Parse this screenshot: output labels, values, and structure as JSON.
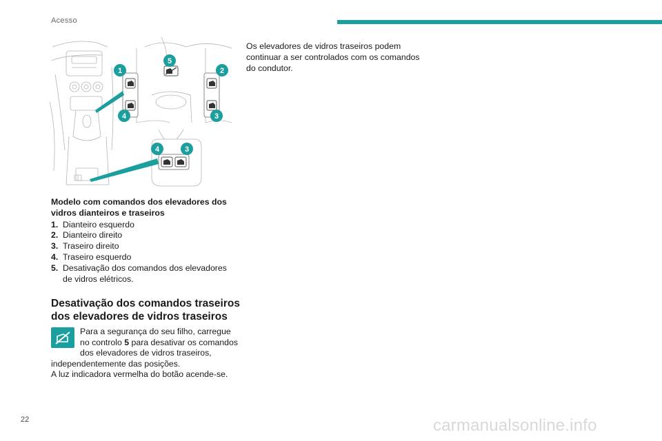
{
  "header": {
    "section_label": "Acesso",
    "accent_color": "#1a9e9e"
  },
  "figure": {
    "callouts": [
      "1",
      "2",
      "3",
      "4",
      "5"
    ],
    "callout_color": "#1a9e9e"
  },
  "caption": {
    "title": "Modelo com comandos dos elevadores dos vidros dianteiros e traseiros",
    "items": [
      {
        "num": "1.",
        "text": "Dianteiro esquerdo"
      },
      {
        "num": "2.",
        "text": "Dianteiro direito"
      },
      {
        "num": "3.",
        "text": "Traseiro direito"
      },
      {
        "num": "4.",
        "text": "Traseiro esquerdo"
      },
      {
        "num": "5.",
        "text": "Desativação dos comandos dos elevadores de vidros elétricos."
      }
    ]
  },
  "section": {
    "heading": "Desativação dos comandos traseiros dos elevadores de vidros traseiros",
    "icon": "child-lock-icon",
    "para1_pre": "Para a segurança do seu filho, carregue no controlo ",
    "para1_bold": "5",
    "para1_post": " para desativar os comandos dos elevadores de vidros traseiros, independentemente das posições.",
    "para2": "A luz indicadora vermelha do botão acende-se."
  },
  "right_column": {
    "text": "Os elevadores de vidros traseiros podem continuar a ser controlados com os comandos do condutor."
  },
  "footer": {
    "page_number": "22",
    "watermark": "carmanualsonline.info"
  }
}
